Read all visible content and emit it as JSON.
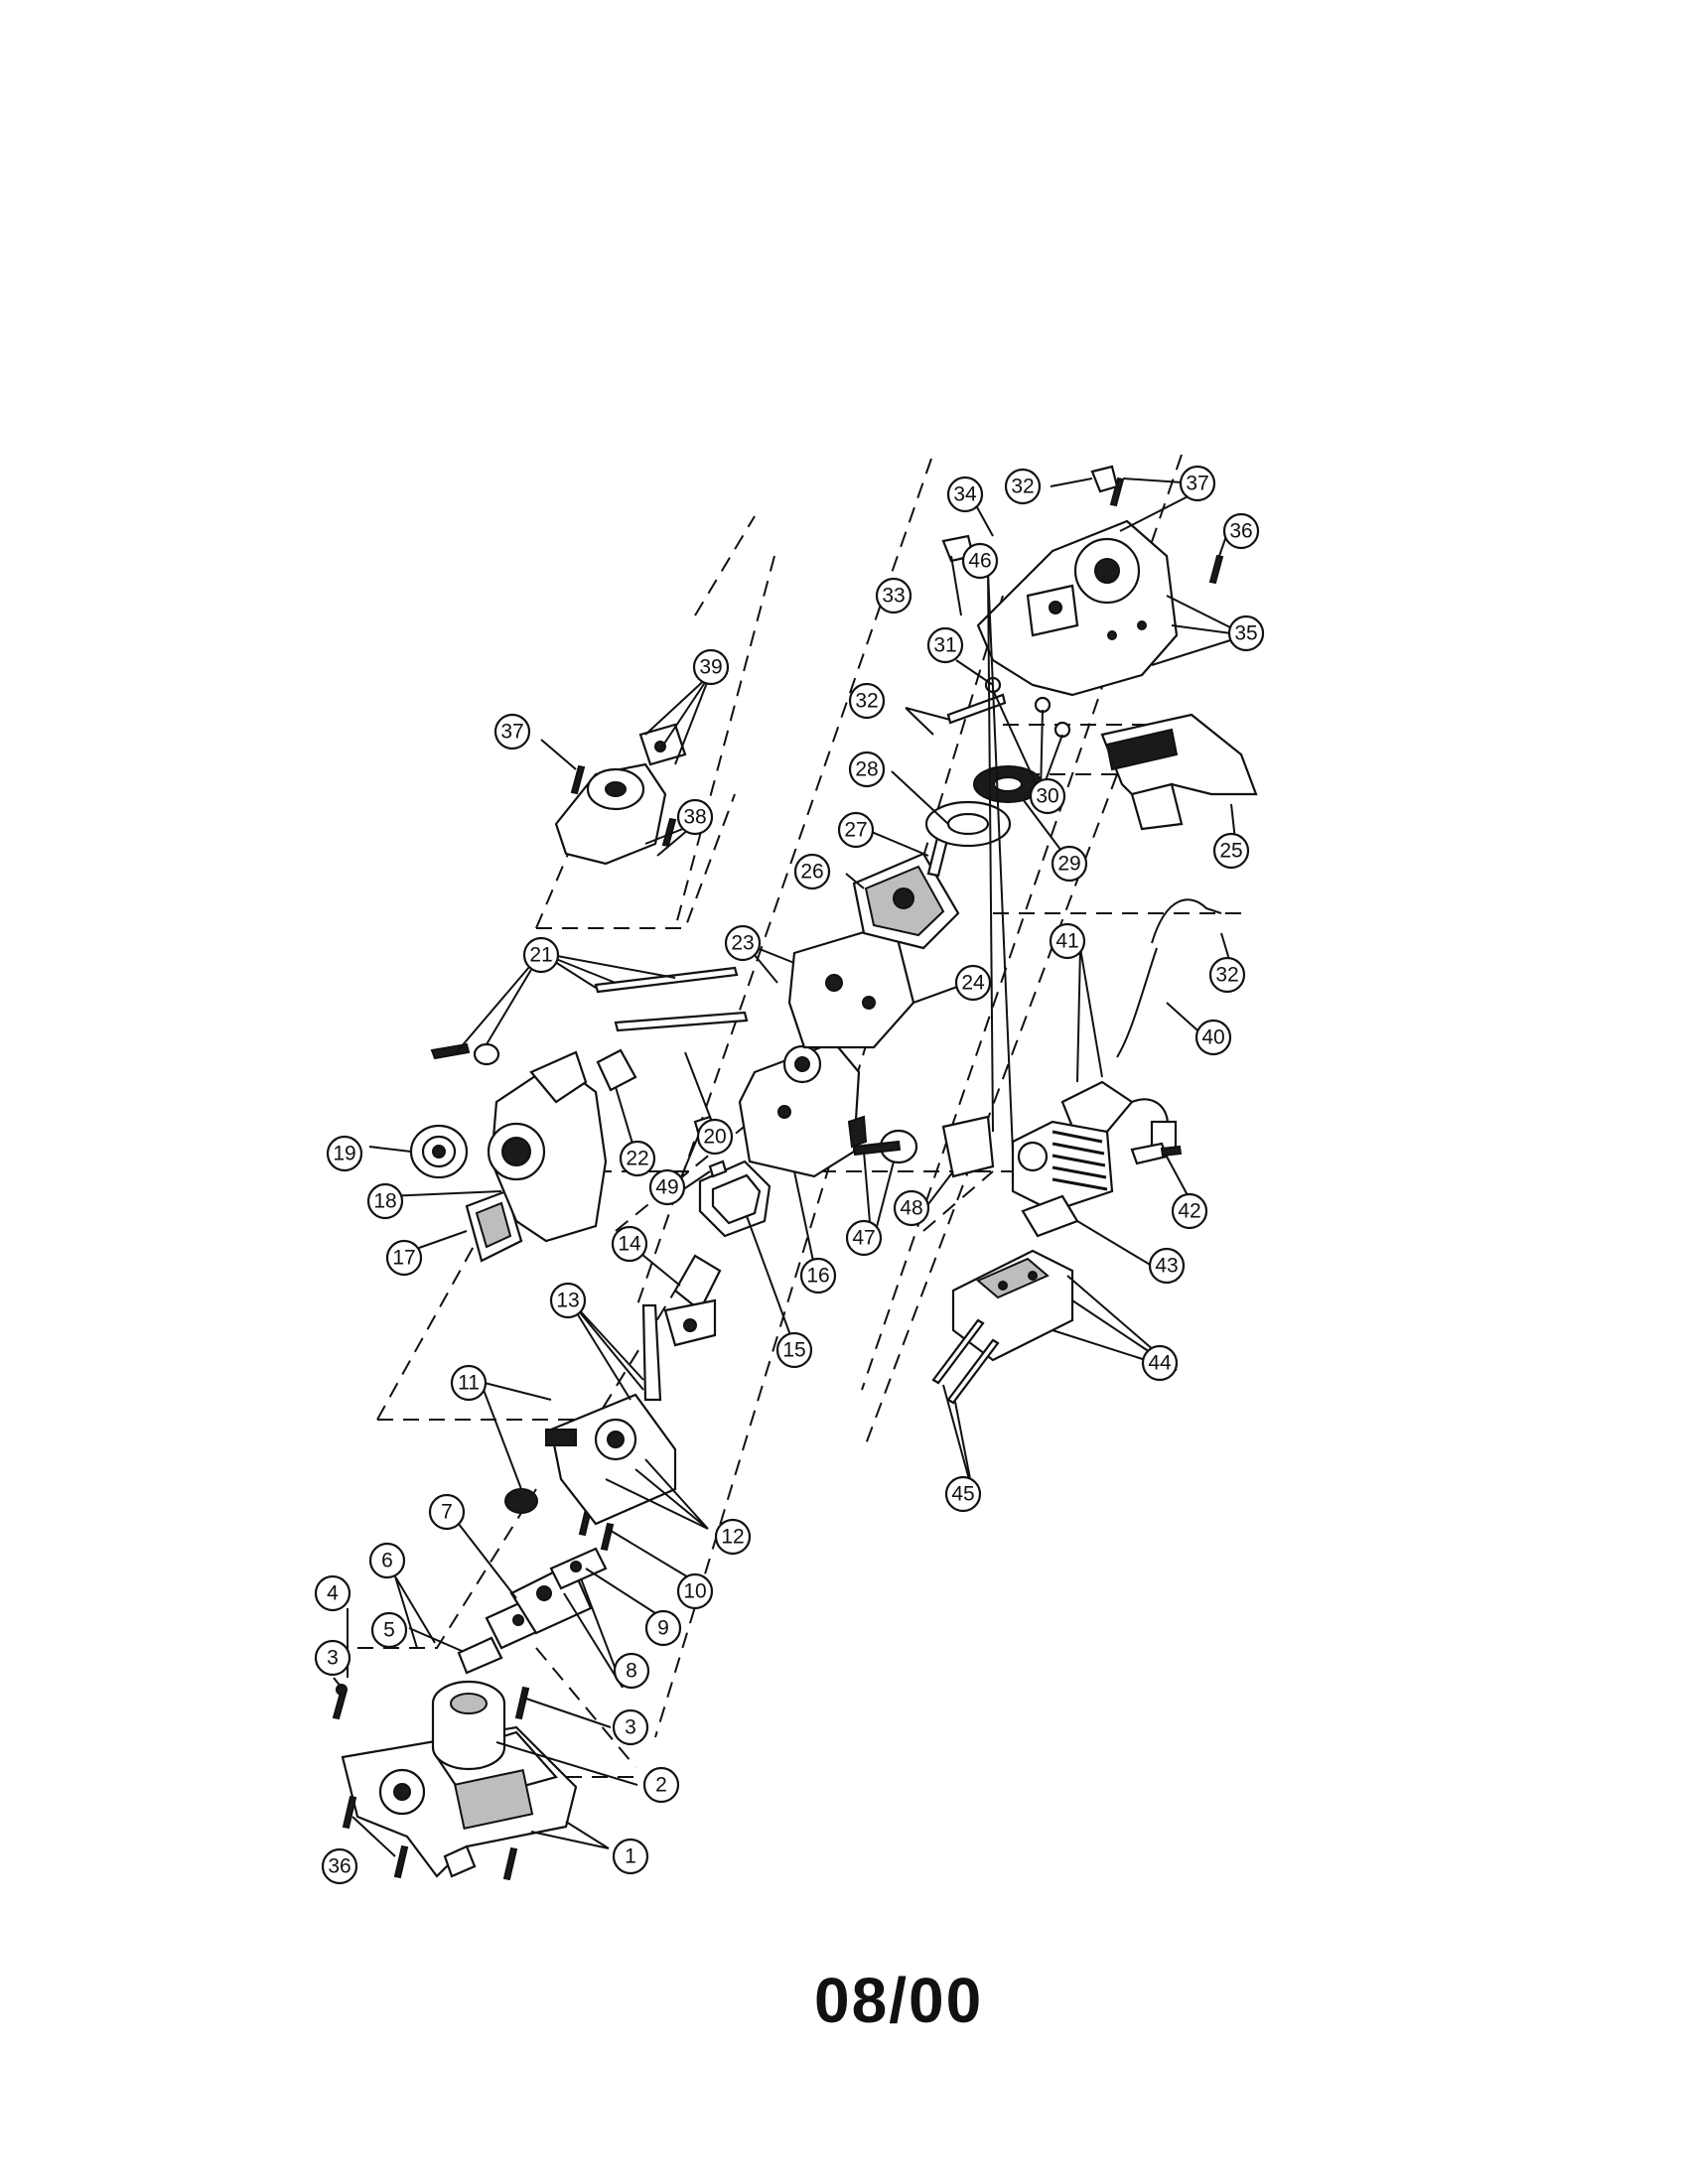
{
  "diagram": {
    "type": "exploded-parts-view",
    "date_code": "08/00",
    "callouts": [
      "1",
      "2",
      "3",
      "3",
      "4",
      "5",
      "6",
      "7",
      "8",
      "9",
      "10",
      "11",
      "12",
      "13",
      "14",
      "15",
      "16",
      "17",
      "18",
      "19",
      "20",
      "21",
      "22",
      "23",
      "24",
      "25",
      "26",
      "27",
      "28",
      "29",
      "30",
      "31",
      "32",
      "32",
      "32",
      "33",
      "34",
      "35",
      "36",
      "36",
      "37",
      "37",
      "38",
      "39",
      "40",
      "41",
      "42",
      "43",
      "44",
      "45",
      "46",
      "47",
      "48",
      "49"
    ]
  }
}
